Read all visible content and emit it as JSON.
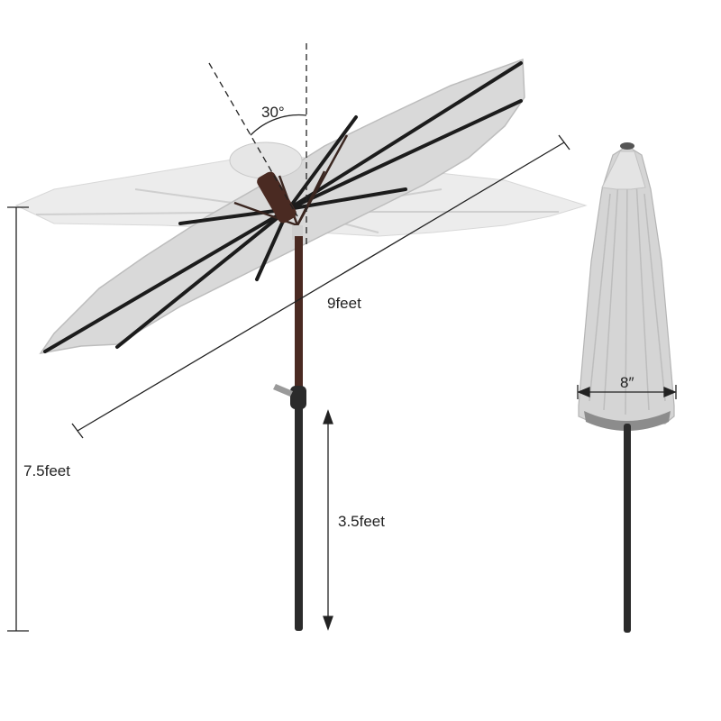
{
  "labels": {
    "tilt_angle": "30°",
    "canopy_diameter": "9feet",
    "total_height": "7.5feet",
    "crank_height": "3.5feet",
    "folded_width": "8″"
  },
  "colors": {
    "canopy_top": "#e8e8e8",
    "canopy_under": "#d6d6d6",
    "rib": "#1c1c1c",
    "pole": "#2b2b2b",
    "pole_upper": "#4a2a22",
    "dimension_line": "#222222"
  }
}
